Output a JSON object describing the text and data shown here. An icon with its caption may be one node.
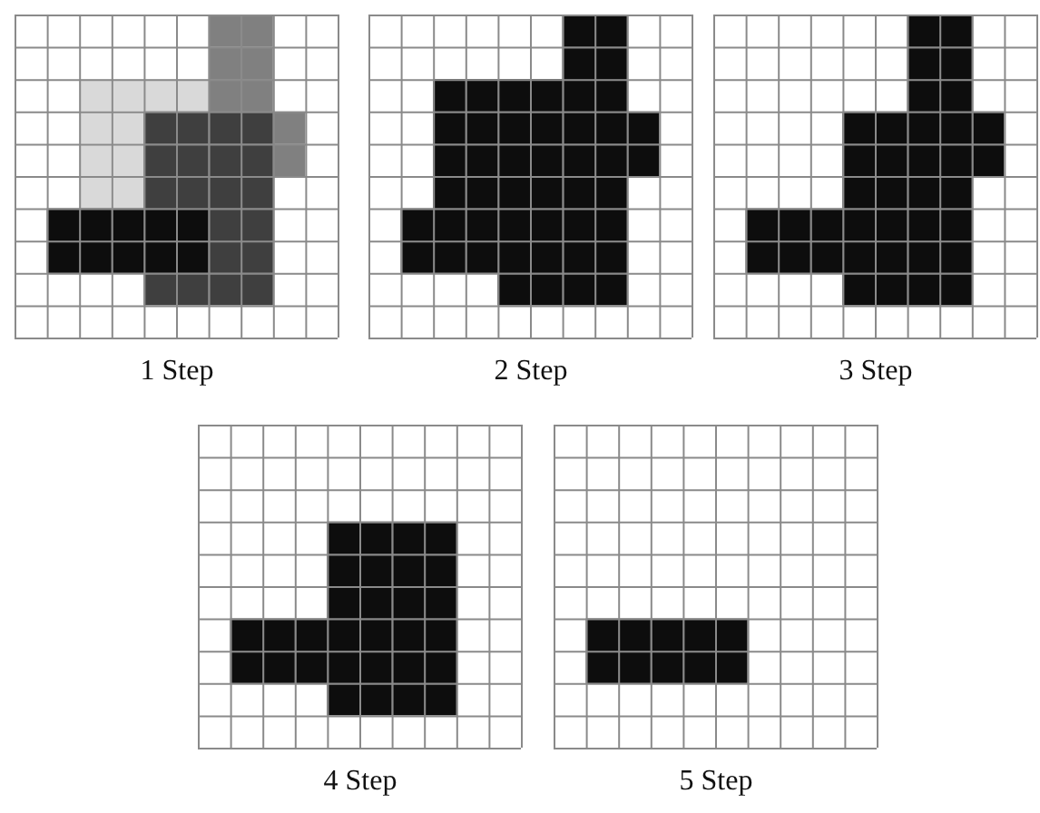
{
  "diagram": {
    "labels": [
      "1 Step",
      "2 Step",
      "3 Step",
      "4 Step",
      "5 Step"
    ]
  }
}
